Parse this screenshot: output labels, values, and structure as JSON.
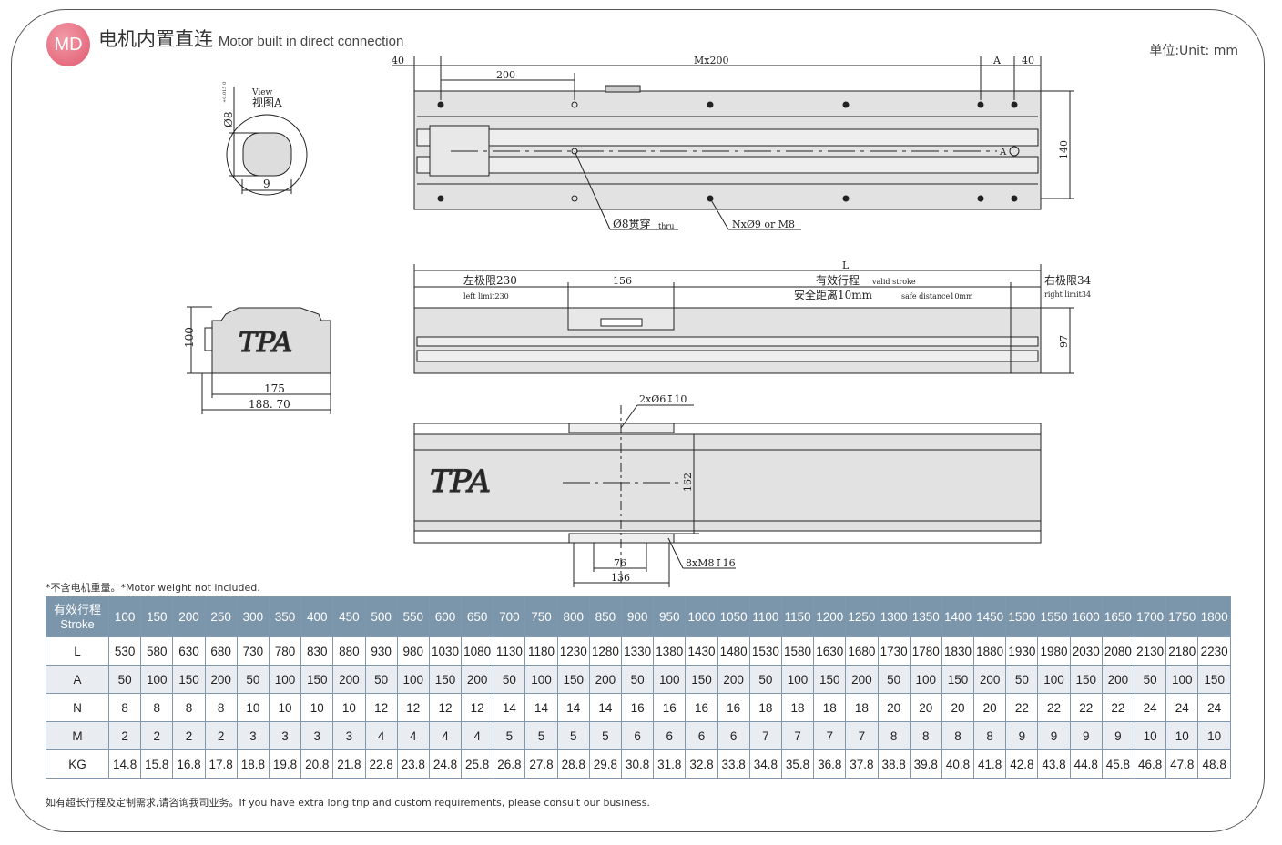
{
  "header": {
    "badge": "MD",
    "title_cn": "电机内置直连",
    "title_en": "Motor built in direct connection",
    "unit": "单位:Unit: mm"
  },
  "drawing": {
    "view_a": {
      "label_en": "View",
      "label_cn": "视图A",
      "dia": "Ø8",
      "tol": "+0.015 0",
      "width": "9"
    },
    "end_view": {
      "height": "100",
      "w1": "175",
      "w2": "188. 70",
      "logo": "TPA"
    },
    "top_view": {
      "d40_left": "40",
      "d200": "200",
      "mx200": "Mx200",
      "dA": "A",
      "d40_right": "40",
      "d140": "140",
      "markA": "A",
      "hole1": "Ø8贯穿",
      "hole1_en": "thru",
      "hole2": "NxØ9  or  M8"
    },
    "side_view": {
      "L": "L",
      "left_limit": "左极限230",
      "left_limit_en": "left limit230",
      "d156": "156",
      "stroke": "有效行程",
      "stroke_en": "valid stroke",
      "safe": "安全距离10mm",
      "safe_en": "safe distance10mm",
      "right_limit": "右极限34",
      "right_limit_en": "right limit34",
      "d97": "97"
    },
    "bottom_view": {
      "holes_top": "2xØ6↧10",
      "d162": "162",
      "d76": "76",
      "d136": "136",
      "holes_bottom": "8xM8↧16",
      "logo": "TPA"
    }
  },
  "note": "*不含电机重量。*Motor weight not included.",
  "table": {
    "header_cn": "有效行程",
    "header_en": "Stroke",
    "strokes": [
      "100",
      "150",
      "200",
      "250",
      "300",
      "350",
      "400",
      "450",
      "500",
      "550",
      "600",
      "650",
      "700",
      "750",
      "800",
      "850",
      "900",
      "950",
      "1000",
      "1050",
      "1100",
      "1150",
      "1200",
      "1250",
      "1300",
      "1350",
      "1400",
      "1450",
      "1500",
      "1550",
      "1600",
      "1650",
      "1700",
      "1750",
      "1800"
    ],
    "rows": [
      {
        "label": "L",
        "values": [
          "530",
          "580",
          "630",
          "680",
          "730",
          "780",
          "830",
          "880",
          "930",
          "980",
          "1030",
          "1080",
          "1130",
          "1180",
          "1230",
          "1280",
          "1330",
          "1380",
          "1430",
          "1480",
          "1530",
          "1580",
          "1630",
          "1680",
          "1730",
          "1780",
          "1830",
          "1880",
          "1930",
          "1980",
          "2030",
          "2080",
          "2130",
          "2180",
          "2230"
        ]
      },
      {
        "label": "A",
        "values": [
          "50",
          "100",
          "150",
          "200",
          "50",
          "100",
          "150",
          "200",
          "50",
          "100",
          "150",
          "200",
          "50",
          "100",
          "150",
          "200",
          "50",
          "100",
          "150",
          "200",
          "50",
          "100",
          "150",
          "200",
          "50",
          "100",
          "150",
          "200",
          "50",
          "100",
          "150",
          "200",
          "50",
          "100",
          "150"
        ]
      },
      {
        "label": "N",
        "values": [
          "8",
          "8",
          "8",
          "8",
          "10",
          "10",
          "10",
          "10",
          "12",
          "12",
          "12",
          "12",
          "14",
          "14",
          "14",
          "14",
          "16",
          "16",
          "16",
          "16",
          "18",
          "18",
          "18",
          "18",
          "20",
          "20",
          "20",
          "20",
          "22",
          "22",
          "22",
          "22",
          "24",
          "24",
          "24"
        ]
      },
      {
        "label": "M",
        "values": [
          "2",
          "2",
          "2",
          "2",
          "3",
          "3",
          "3",
          "3",
          "4",
          "4",
          "4",
          "4",
          "5",
          "5",
          "5",
          "5",
          "6",
          "6",
          "6",
          "6",
          "7",
          "7",
          "7",
          "7",
          "8",
          "8",
          "8",
          "8",
          "9",
          "9",
          "9",
          "9",
          "10",
          "10",
          "10"
        ]
      },
      {
        "label": "KG",
        "values": [
          "14.8",
          "15.8",
          "16.8",
          "17.8",
          "18.8",
          "19.8",
          "20.8",
          "21.8",
          "22.8",
          "23.8",
          "24.8",
          "25.8",
          "26.8",
          "27.8",
          "28.8",
          "29.8",
          "30.8",
          "31.8",
          "32.8",
          "33.8",
          "34.8",
          "35.8",
          "36.8",
          "37.8",
          "38.8",
          "39.8",
          "40.8",
          "41.8",
          "42.8",
          "43.8",
          "44.8",
          "45.8",
          "46.8",
          "47.8",
          "48.8"
        ]
      }
    ]
  },
  "footer": "如有超长行程及定制需求,请咨询我司业务。If you have extra long trip and custom requirements, please consult our business."
}
